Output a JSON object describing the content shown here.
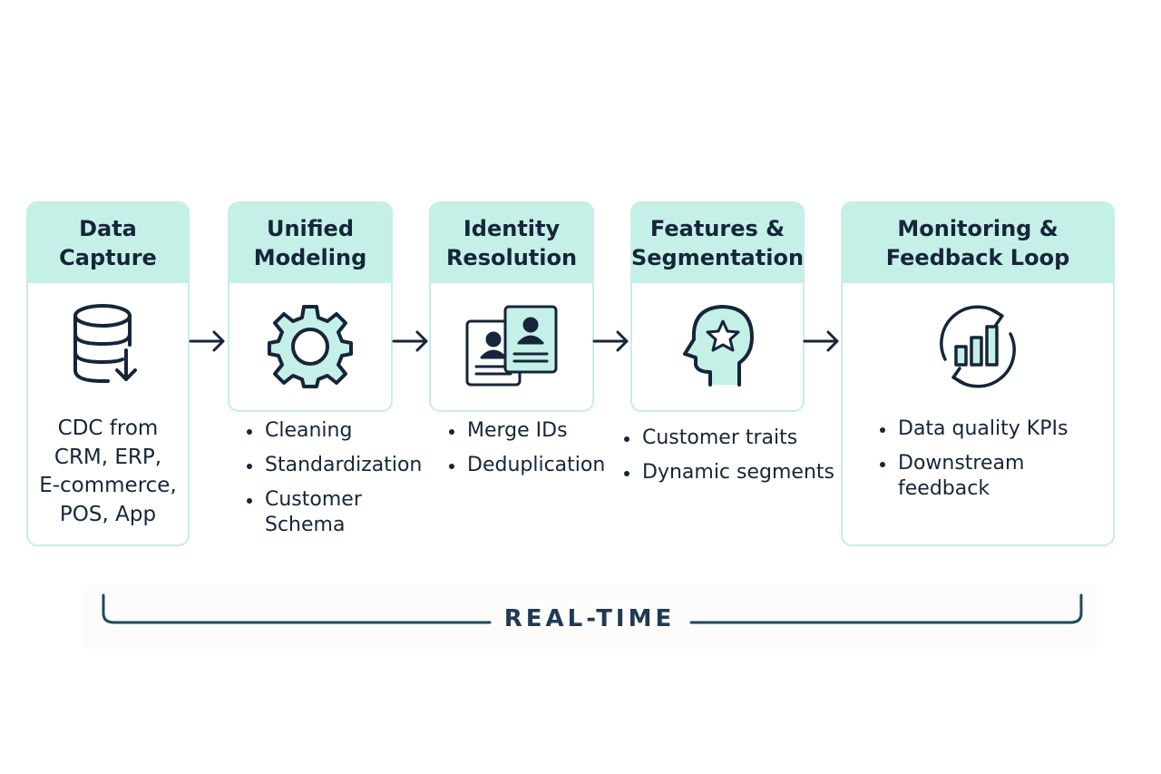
{
  "stages": [
    {
      "title": [
        "Data",
        "Capture"
      ],
      "description": [
        "CDC from",
        "CRM, ERP,",
        "E-commerce,",
        "POS, App"
      ]
    },
    {
      "title": [
        "Unified",
        "Modeling"
      ],
      "bullets": [
        [
          "Cleaning"
        ],
        [
          "Standardization"
        ],
        [
          "Customer",
          "Schema"
        ]
      ]
    },
    {
      "title": [
        "Identity",
        "Resolution"
      ],
      "bullets": [
        [
          "Merge IDs"
        ],
        [
          "Deduplication"
        ]
      ]
    },
    {
      "title": [
        "Features &",
        "Segmentation"
      ],
      "bullets": [
        [
          "Customer traits"
        ],
        [
          "Dynamic segments"
        ]
      ]
    },
    {
      "title": [
        "Monitoring &",
        "Feedback Loop"
      ],
      "bullets": [
        [
          "Data quality KPIs"
        ],
        [
          "Downstream",
          "feedback"
        ]
      ]
    }
  ],
  "icons": [
    "database-download-icon",
    "gear-icon",
    "id-cards-icon",
    "head-star-icon",
    "chart-cycle-icon"
  ],
  "timeline": {
    "label": "REAL-TIME"
  },
  "colors": {
    "header_fill": "#c5f0e8",
    "card_border": "#c6eee6",
    "icon_fill": "#c5f0e8",
    "ink": "#16253a",
    "timeline": "#1e4a5e"
  }
}
